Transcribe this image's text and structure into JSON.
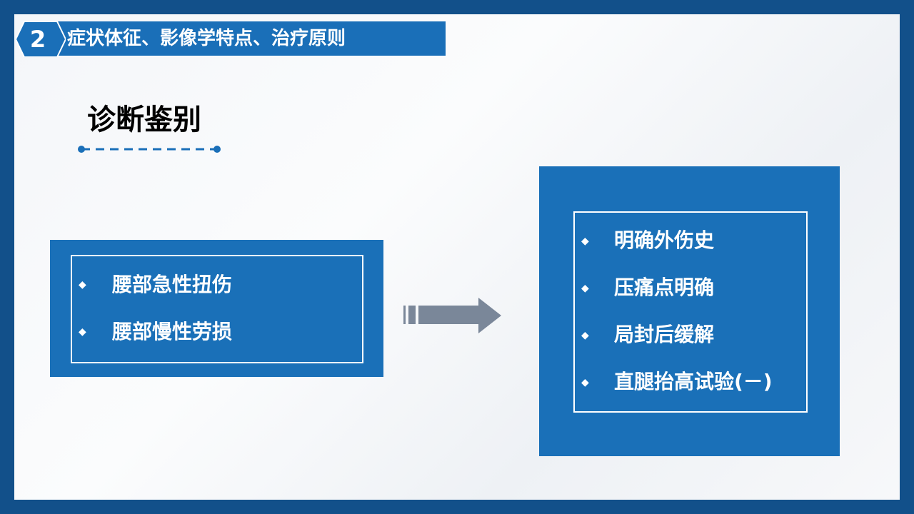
{
  "header": {
    "number": "2",
    "title": "症状体征、影像学特点、治疗原则"
  },
  "section_title": "诊断鉴别",
  "left_box": {
    "items": [
      "腰部急性扭伤",
      "腰部慢性劳损"
    ]
  },
  "right_box": {
    "items": [
      "明确外伤史",
      "压痛点明确",
      "局封后缓解",
      "直腿抬高试验(－)"
    ]
  },
  "colors": {
    "frame": "#12508a",
    "accent": "#1a70b8",
    "arrow": "#7a8799"
  }
}
